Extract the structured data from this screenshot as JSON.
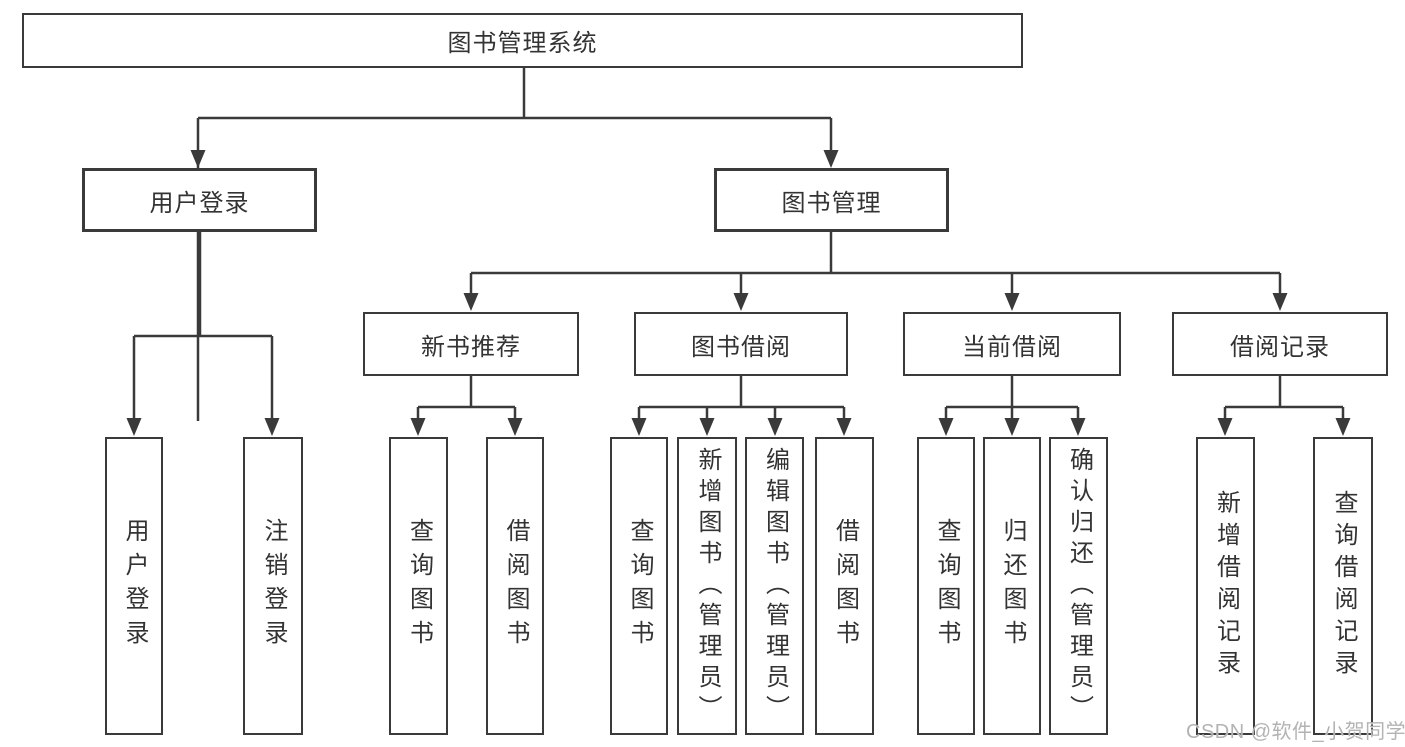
{
  "diagram": {
    "root": "图书管理系统",
    "branches": {
      "user_login": {
        "label": "用户登录",
        "children": {
          "login": "用户登录",
          "logout": "注销登录"
        }
      },
      "book_management": {
        "label": "图书管理",
        "children": {
          "new_book_recommend": {
            "label": "新书推荐",
            "children": {
              "query": "查询图书",
              "borrow": "借阅图书"
            }
          },
          "book_borrowing": {
            "label": "图书借阅",
            "children": {
              "query": "查询图书",
              "add": "新增图书（管理员）",
              "edit": "编辑图书（管理员）",
              "borrow": "借阅图书"
            }
          },
          "current_borrowing": {
            "label": "当前借阅",
            "children": {
              "query": "查询图书",
              "return": "归还图书",
              "confirm": "确认归还（管理员）"
            }
          },
          "borrowing_records": {
            "label": "借阅记录",
            "children": {
              "add": "新增借阅记录",
              "query": "查询借阅记录"
            }
          }
        }
      }
    },
    "watermark": "CSDN @软件_小贺同学",
    "colors": {
      "line": "#3a3a3a",
      "text": "#333333",
      "watermark": "#b3b3b3",
      "background": "#ffffff"
    }
  }
}
